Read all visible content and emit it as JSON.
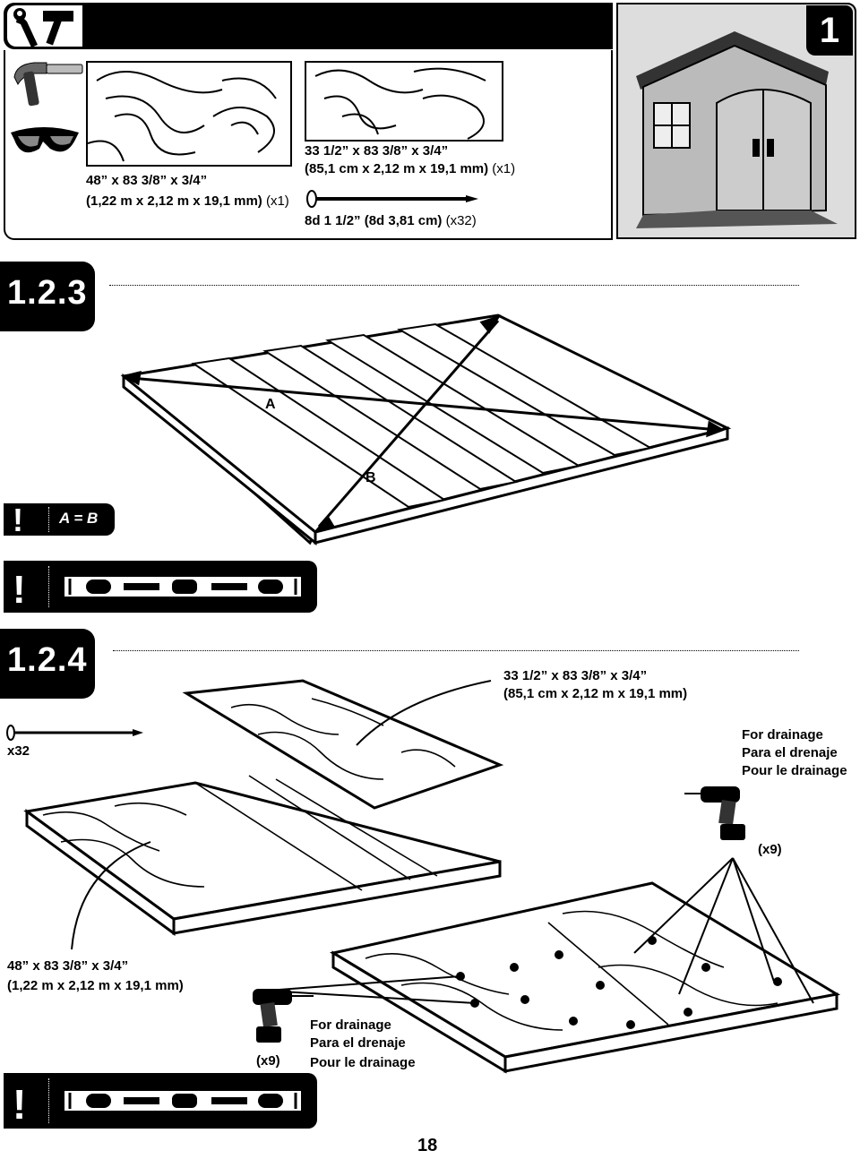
{
  "header": {
    "tools_icon": "wrench-hammer-icon",
    "step_number": "1"
  },
  "parts": {
    "panel_large": {
      "dims_in": "48” x 83 3/8” x 3/4”",
      "dims_m": "(1,22 m x 2,12 m x  19,1 mm)",
      "qty": "(x1)"
    },
    "panel_small": {
      "dims_in": "33 1/2” x 83 3/8” x 3/4”",
      "dims_m": "(85,1 cm x 2,12 m x 19,1 mm)",
      "qty": "(x1)"
    },
    "nail": {
      "label": "8d 1 1/2” (8d 3,81 cm)",
      "qty": "(x32)"
    },
    "tool_icons": [
      "hammer-icon",
      "safety-glasses-icon"
    ]
  },
  "step_123": {
    "number": "1.2.3",
    "label_a": "A",
    "label_b": "B",
    "note_mark": "!",
    "note": "A = B",
    "level_mark": "!"
  },
  "step_124": {
    "number": "1.2.4",
    "small_panel_in": "33 1/2” x 83 3/8” x 3/4”",
    "small_panel_m": "(85,1 cm x 2,12 m x 19,1 mm)",
    "nail_qty": "x32",
    "drain_en": "For drainage",
    "drain_es": "Para el drenaje",
    "drain_fr": "Pour le drainage",
    "drill_qty_top": "(x9)",
    "large_panel_in": "48” x 83 3/8” x 3/4”",
    "large_panel_m": "(1,22 m x 2,12 m x  19,1 mm)",
    "drill_qty_bottom": "(x9)",
    "drain2_en": "For drainage",
    "drain2_es": "Para el drenaje",
    "drain2_fr": "Pour le drainage",
    "level_mark": "!"
  },
  "page_number": "18"
}
